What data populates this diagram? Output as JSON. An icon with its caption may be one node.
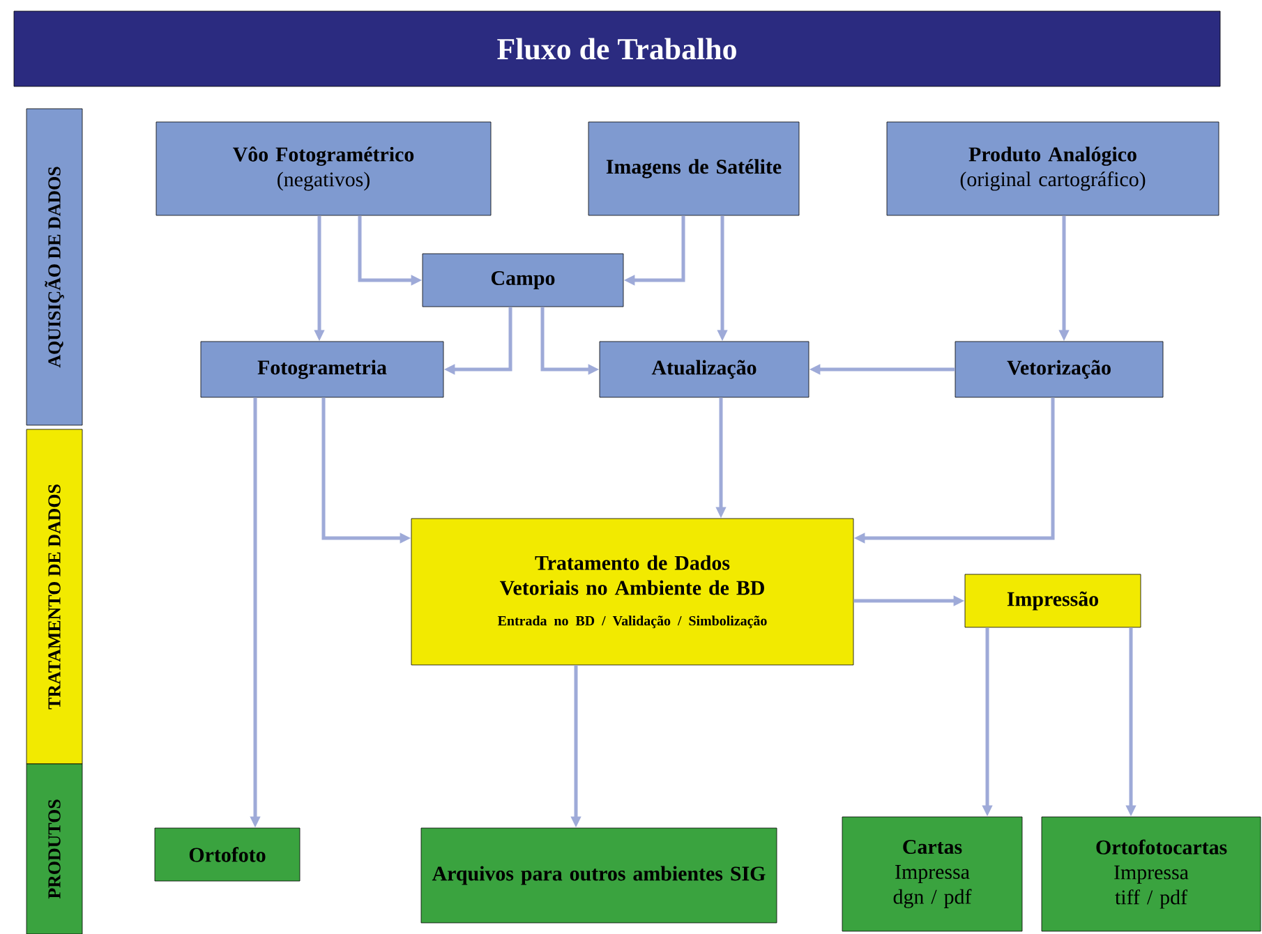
{
  "diagram": {
    "title": "Fluxo de Trabalho",
    "nodes": [
      {
        "text": [
          "AQUISIÇÃO DE DADOS"
        ]
      },
      {
        "text": [
          "TRATAMENTO DE DADOS"
        ]
      },
      {
        "text": [
          "PRODUTOS"
        ]
      },
      {
        "text": [
          "Vôo Fotogramétrico",
          "(negativos)"
        ]
      },
      {
        "text": [
          "Imagens de Satélite"
        ]
      },
      {
        "text": [
          "Produto Analógico",
          "(original cartográfico)"
        ]
      },
      {
        "text": [
          "Campo"
        ]
      },
      {
        "text": [
          "Fotogrametria"
        ]
      },
      {
        "text": [
          "Atualização"
        ]
      },
      {
        "text": [
          "Vetorização"
        ]
      },
      {
        "text": [
          "Tratamento de Dados Vetoriais no Ambiente de BD",
          "Entrada no BD / Validação / Simbolização"
        ]
      },
      {
        "text": [
          "Impressão"
        ]
      },
      {
        "text": [
          "Ortofoto"
        ]
      },
      {
        "text": [
          "Arquivos para outros ambientes SIG"
        ]
      },
      {
        "text": [
          "Cartas",
          "Impressa dgn / pdf"
        ]
      },
      {
        "text": [
          "Ortofotocartas",
          "Impressa tiff / pdf"
        ]
      }
    ],
    "edges": [
      {
        "from": 3,
        "to": 7,
        "arrow": "to"
      },
      {
        "from": 3,
        "to": 6,
        "arrow": "to"
      },
      {
        "from": 4,
        "to": 6,
        "arrow": "to"
      },
      {
        "from": 4,
        "to": 8,
        "arrow": "to"
      },
      {
        "from": 5,
        "to": 9,
        "arrow": "to"
      },
      {
        "from": 6,
        "to": 7,
        "arrow": "to"
      },
      {
        "from": 6,
        "to": 8,
        "arrow": "to"
      },
      {
        "from": 9,
        "to": 8,
        "arrow": "to"
      },
      {
        "from": 7,
        "to": 12,
        "arrow": "to"
      },
      {
        "from": 7,
        "to": 10,
        "arrow": "to"
      },
      {
        "from": 8,
        "to": 10,
        "arrow": "to"
      },
      {
        "from": 9,
        "to": 10,
        "arrow": "to"
      },
      {
        "from": 10,
        "to": 11,
        "arrow": "to"
      },
      {
        "from": 10,
        "to": 13,
        "arrow": "to"
      },
      {
        "from": 11,
        "to": 14,
        "arrow": "to"
      },
      {
        "from": 11,
        "to": 15,
        "arrow": "to"
      }
    ]
  }
}
